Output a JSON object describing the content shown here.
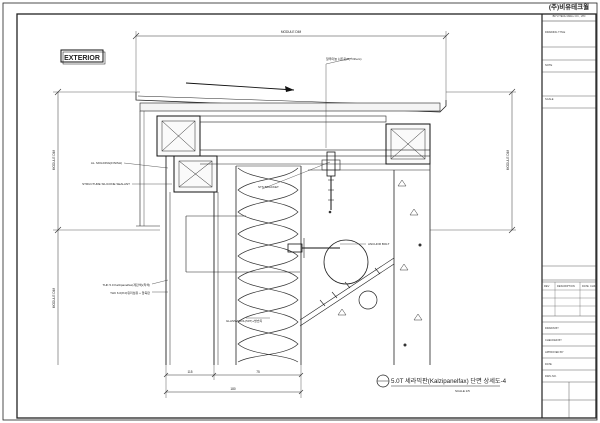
{
  "title_block": {
    "company": "(주)비유테크월",
    "company_sub": "BIYU TECH WALL CO., LTD",
    "drawing_title_label": "DRAWING TITLE",
    "note_label": "NOTE",
    "scale_label": "SCALE",
    "rev_rows": [
      "REV",
      "DESCRIPTION",
      "DATE",
      "CHK"
    ],
    "info_rows": [
      "DRAWN BY",
      "CHECKED BY",
      "APPROVED BY",
      "DATE",
      "DWG NO."
    ]
  },
  "drawing": {
    "exterior_tag": "EXTERIOR",
    "module_dim_top": "MODULE DIM",
    "module_dim_left": "MODULE DIM",
    "module_dim_left2": "MODULE DIM",
    "module_dim_right": "MODULE DIM",
    "callouts": {
      "top_note": "알루미늄 쉬트로(By Others)",
      "al_molding": "AL. MOLDING(FINISH)",
      "structure_sealant": "STRUCTURE SILICONE SEALANT",
      "sts_bracket": "STS BRACKET",
      "anchor_bolt": "ANCHOR BOLT",
      "panel_line1": "THK 5.0 Kalzipanelfax(계란색)(착색)",
      "panel_line2": "THK 6.0(8.0)유리섬유 + 압축판",
      "insulation": "GLASSWOOL(50T)+방습지"
    },
    "dim_small_a": "115",
    "dim_small_b": "75",
    "dim_bottom": "180",
    "caption": "5.0T 세라믹판(Kalzipanelfax) 단면 상세도-4",
    "caption_scale": "SCALE 1/5"
  }
}
